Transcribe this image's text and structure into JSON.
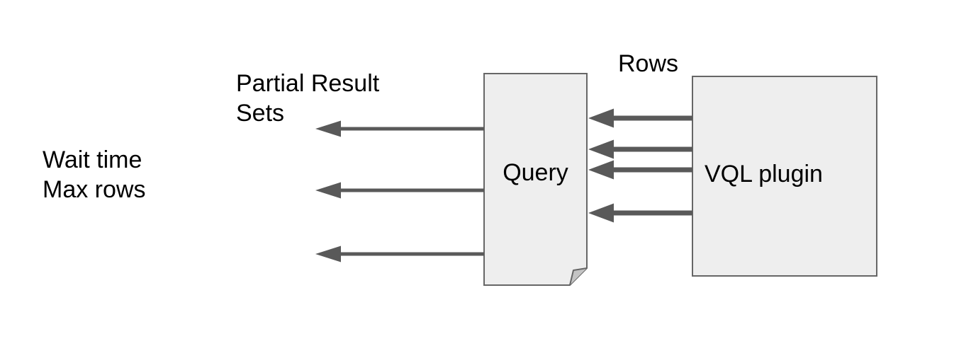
{
  "diagram": {
    "nodes": {
      "query": {
        "label": "Query",
        "shape": "document"
      },
      "vql_plugin": {
        "label": "VQL plugin",
        "shape": "rectangle"
      }
    },
    "annotations": {
      "rows": "Rows",
      "partial_result_sets": {
        "line1": "Partial Result",
        "line2": "Sets"
      },
      "wait_time_max_rows": {
        "line1": "Wait time",
        "line2": "Max rows"
      }
    },
    "edges": {
      "rows_arrows_vql_to_query_count": 4,
      "partial_result_arrows_from_query_count": 3,
      "direction": "right-to-left"
    },
    "colors": {
      "background": "#ffffff",
      "node_fill": "#eeeeee",
      "node_border": "#666666",
      "arrow": "#595959",
      "fold_fill": "#c4c4c4",
      "text": "#000000"
    }
  }
}
